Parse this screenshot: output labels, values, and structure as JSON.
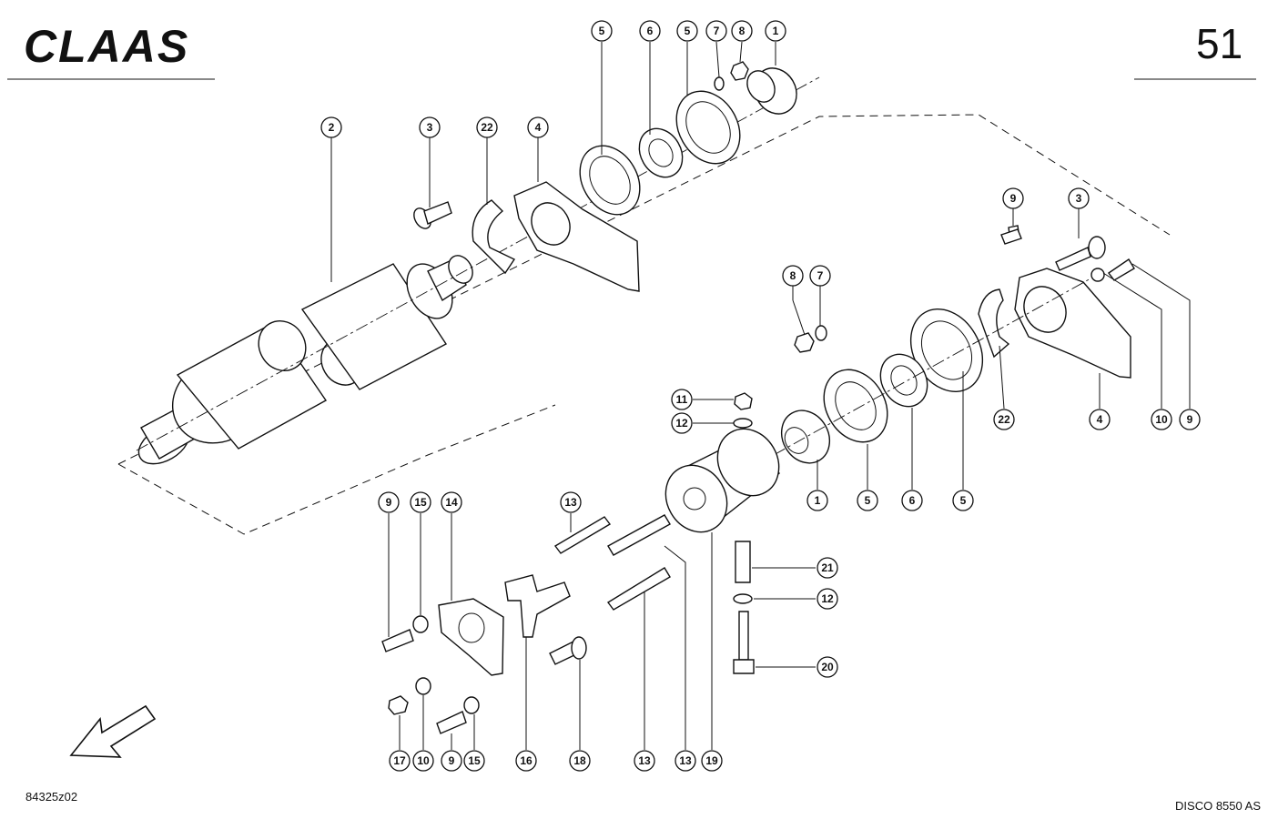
{
  "header": {
    "brand": "CLAAS",
    "page_number": "51"
  },
  "footer": {
    "drawing_code": "84325z02",
    "model": "DISCO 8550 AS"
  },
  "icons": {
    "direction": "direction-arrow-icon"
  },
  "callouts": [
    {
      "label": "5"
    },
    {
      "label": "6"
    },
    {
      "label": "5"
    },
    {
      "label": "7"
    },
    {
      "label": "8"
    },
    {
      "label": "1"
    },
    {
      "label": "2"
    },
    {
      "label": "3"
    },
    {
      "label": "22"
    },
    {
      "label": "4"
    },
    {
      "label": "9"
    },
    {
      "label": "3"
    },
    {
      "label": "8"
    },
    {
      "label": "7"
    },
    {
      "label": "22"
    },
    {
      "label": "4"
    },
    {
      "label": "10"
    },
    {
      "label": "9"
    },
    {
      "label": "11"
    },
    {
      "label": "12"
    },
    {
      "label": "1"
    },
    {
      "label": "5"
    },
    {
      "label": "6"
    },
    {
      "label": "5"
    },
    {
      "label": "9"
    },
    {
      "label": "15"
    },
    {
      "label": "14"
    },
    {
      "label": "13"
    },
    {
      "label": "21"
    },
    {
      "label": "12"
    },
    {
      "label": "20"
    },
    {
      "label": "17"
    },
    {
      "label": "10"
    },
    {
      "label": "9"
    },
    {
      "label": "15"
    },
    {
      "label": "16"
    },
    {
      "label": "18"
    },
    {
      "label": "13"
    },
    {
      "label": "13"
    },
    {
      "label": "19"
    }
  ]
}
